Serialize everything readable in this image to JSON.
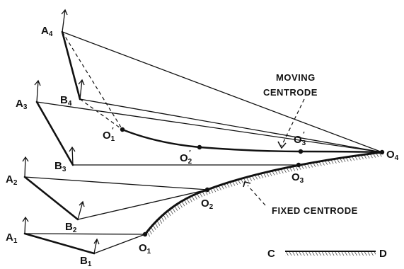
{
  "points": {
    "A1": {
      "main": "A",
      "sub": "1"
    },
    "A2": {
      "main": "A",
      "sub": "2"
    },
    "A3": {
      "main": "A",
      "sub": "3"
    },
    "A4": {
      "main": "A",
      "sub": "4"
    },
    "B1": {
      "main": "B",
      "sub": "1"
    },
    "B2": {
      "main": "B",
      "sub": "2"
    },
    "B3": {
      "main": "B",
      "sub": "3"
    },
    "B4": {
      "main": "B",
      "sub": "4"
    },
    "O1": {
      "main": "O",
      "sub": "1"
    },
    "O2": {
      "main": "O",
      "sub": "2"
    },
    "O3": {
      "main": "O",
      "sub": "3"
    },
    "O4": {
      "main": "O",
      "sub": "4"
    },
    "O1p": {
      "main": "O",
      "sub": "1",
      "mark": "′"
    },
    "O2p": {
      "main": "O",
      "sub": "2",
      "mark": "′"
    },
    "O3p": {
      "main": "O",
      "sub": "3",
      "mark": "′"
    }
  },
  "labels": {
    "moving_line1": "MOVING",
    "moving_line2": "CENTRODE",
    "fixed": "FIXED CENTRODE",
    "c": "C",
    "d": "D"
  }
}
